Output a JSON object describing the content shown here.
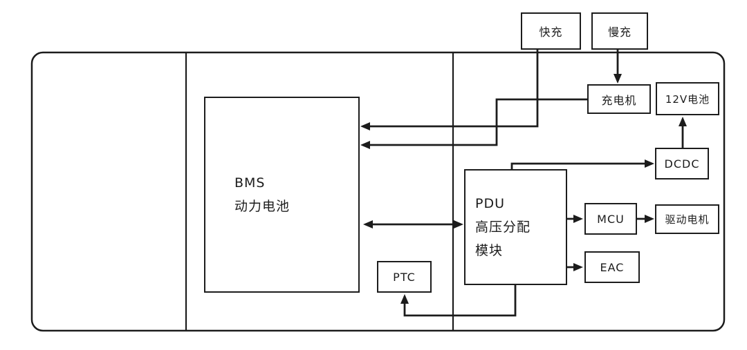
{
  "diagram": {
    "colors": {
      "line": "#1c1c1c",
      "background": "#ffffff"
    },
    "boxes": {
      "fast_charge": {
        "label": "快充"
      },
      "slow_charge": {
        "label": "慢充"
      },
      "charger": {
        "label": "充电机"
      },
      "battery_12v": {
        "label": "12V电池"
      },
      "dcdc": {
        "label": "DCDC"
      },
      "bms": {
        "line1": "BMS",
        "line2": "动力电池"
      },
      "pdu": {
        "line1": "PDU",
        "line2": "高压分配",
        "line3": "模块"
      },
      "mcu": {
        "label": "MCU"
      },
      "drive_motor": {
        "label": "驱动电机"
      },
      "eac": {
        "label": "EAC"
      },
      "ptc": {
        "label": "PTC"
      }
    }
  }
}
